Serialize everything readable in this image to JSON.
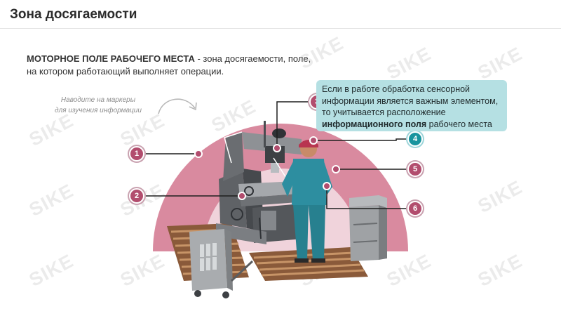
{
  "page": {
    "title": "Зона досягаемости"
  },
  "intro": {
    "term": "МОТОРНОЕ ПОЛЕ РАБОЧЕГО МЕСТА",
    "definition": " - зона досягаемости, поле, на котором работающий выполняет операции."
  },
  "hint": {
    "line1": "Наводите на маркеры",
    "line2": "для изучения информации"
  },
  "tooltip": {
    "text_before": "Если в работе обработка сенсорной информации является важным элементом, то учитывается расположение ",
    "text_bold": "информационного поля",
    "text_after": " рабочего места"
  },
  "markers": [
    "1",
    "2",
    "3",
    "4",
    "5",
    "6"
  ],
  "watermark": "SIKE",
  "colors": {
    "accent": "#b24d6e",
    "active": "#19949e",
    "tooltip_bg": "#b5e0e3",
    "zone_outer": "#d98a9f",
    "zone_inner": "#f0d3db"
  }
}
